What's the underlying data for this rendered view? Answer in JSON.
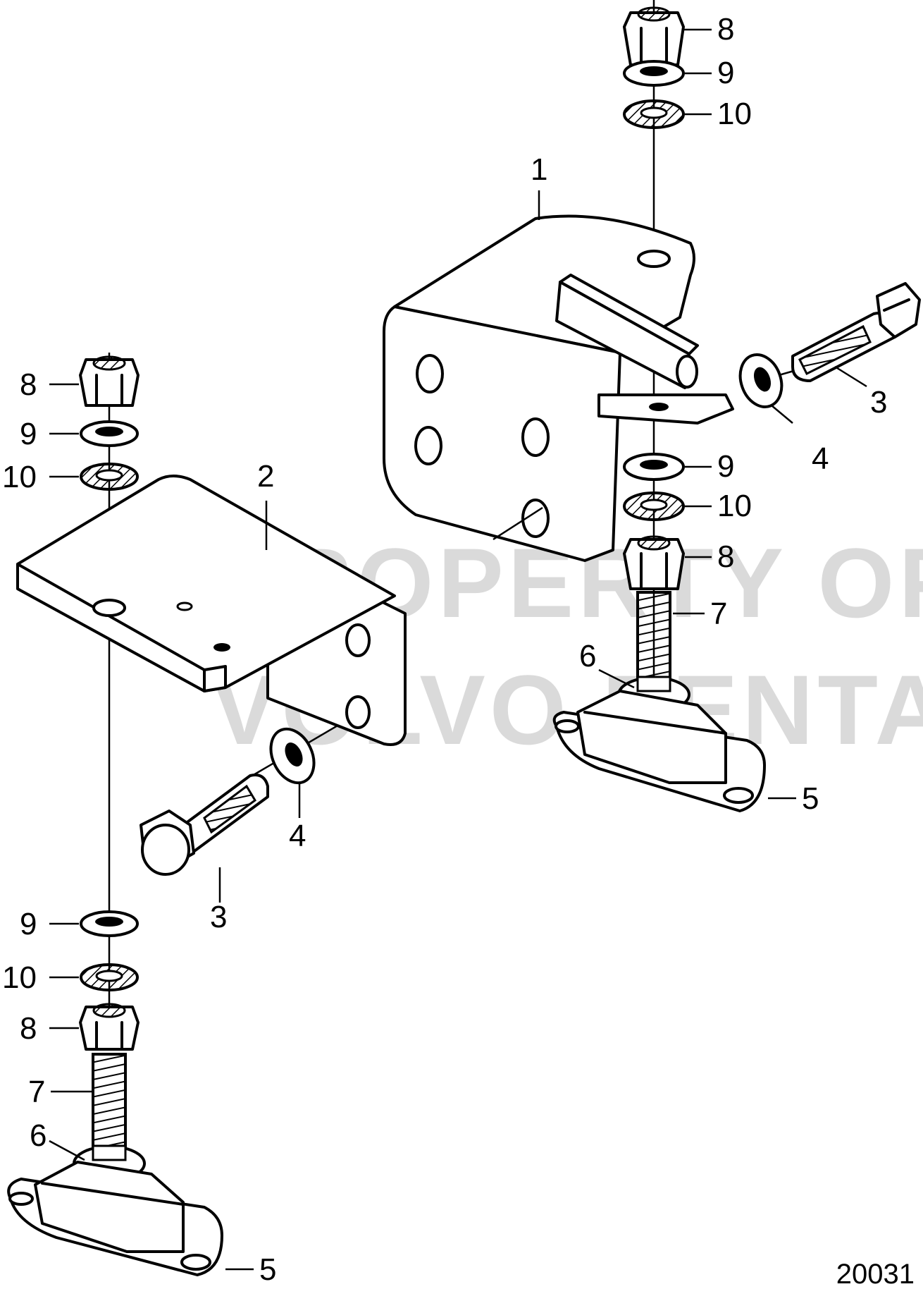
{
  "figure_number": "20031",
  "watermark": {
    "line1": "PROPERTY OF",
    "line2": "VOLVO PENTA"
  },
  "callouts": {
    "right": {
      "n1": "1",
      "n3": "3",
      "n4": "4",
      "n5": "5",
      "n6": "6",
      "n7": "7",
      "n8_top": "8",
      "n9_top": "9",
      "n10_top": "10",
      "n8_low": "8",
      "n9_low": "9",
      "n10_low": "10"
    },
    "left": {
      "n2": "2",
      "n3": "3",
      "n4": "4",
      "n5": "5",
      "n6": "6",
      "n7": "7",
      "n8_top": "8",
      "n9_top": "9",
      "n10_top": "10",
      "n8_low": "8",
      "n9_low": "9",
      "n10_low": "10"
    }
  }
}
